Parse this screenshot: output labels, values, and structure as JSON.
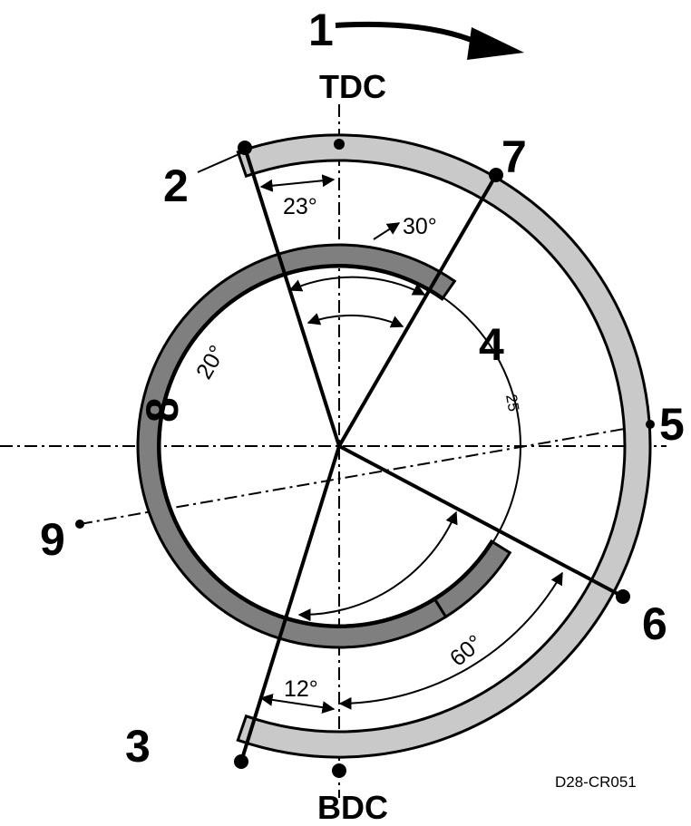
{
  "diagram": {
    "labels": {
      "n1": "1",
      "n2": "2",
      "n3": "3",
      "n4": "4",
      "n5": "5",
      "n6": "6",
      "n7": "7",
      "n8": "8",
      "n9": "9",
      "tdc": "TDC",
      "bdc": "BDC"
    },
    "angles": {
      "a23": "23°",
      "a30": "30°",
      "a20": "20°",
      "a25": "25",
      "a12": "12°",
      "a60": "60°"
    },
    "reference": "D28-CR051",
    "colors": {
      "light_band": "#c9c9c9",
      "dark_band": "#7f7f7f",
      "line": "#000000",
      "background": "#ffffff"
    }
  }
}
